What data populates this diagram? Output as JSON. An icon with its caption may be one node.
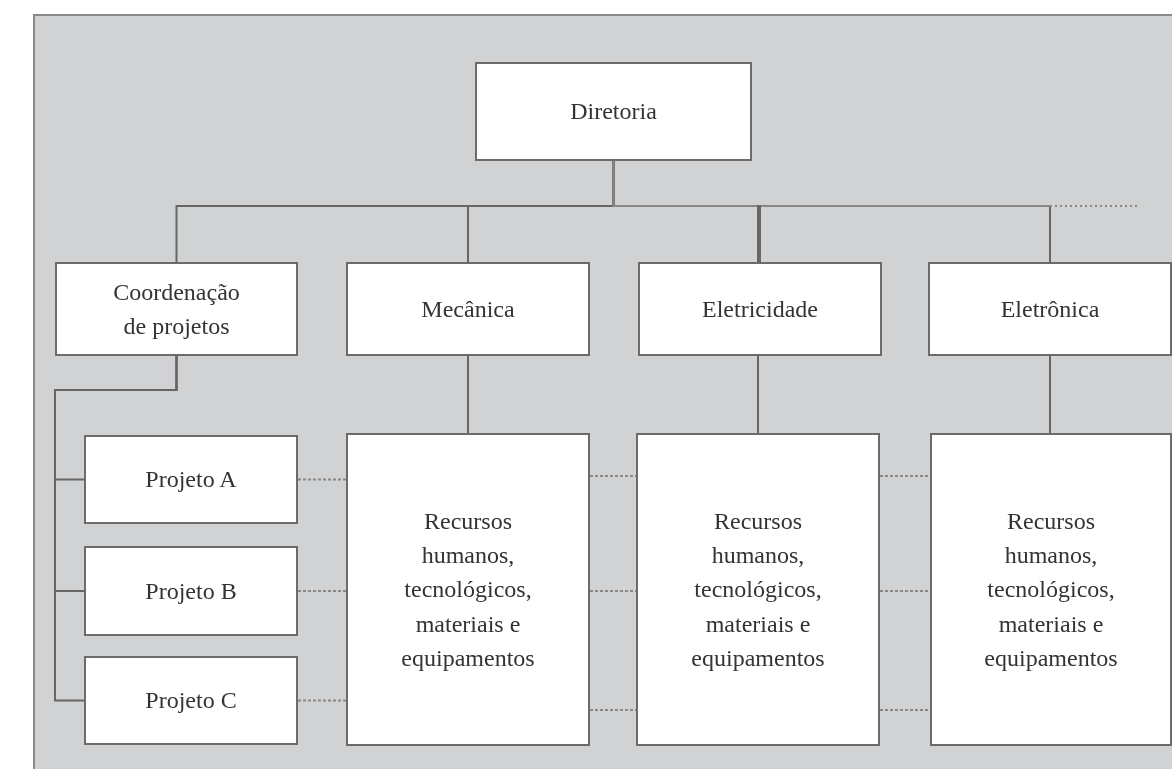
{
  "diagram": {
    "nodes": [
      {
        "text": [
          "Diretoria"
        ]
      },
      {
        "text": [
          "Coordenação de projetos"
        ]
      },
      {
        "text": [
          "Mecânica"
        ]
      },
      {
        "text": [
          "Eletricidade"
        ]
      },
      {
        "text": [
          "Eletrônica"
        ]
      },
      {
        "text": [
          "Projeto A"
        ]
      },
      {
        "text": [
          "Projeto B"
        ]
      },
      {
        "text": [
          "Projeto C"
        ]
      },
      {
        "text": [
          "Recursos humanos, tecnológicos, materiais e equipamentos"
        ]
      },
      {
        "text": [
          "Recursos humanos, tecnológicos, materiais e equipamentos"
        ]
      },
      {
        "text": [
          "Recursos humanos, tecnológicos, materiais e equipamentos"
        ]
      }
    ],
    "edges": [
      {
        "from": 0,
        "to": 1,
        "arrow": "none"
      },
      {
        "from": 0,
        "to": 2,
        "arrow": "none"
      },
      {
        "from": 0,
        "to": 3,
        "arrow": "none"
      },
      {
        "from": 0,
        "to": 4,
        "arrow": "none"
      },
      {
        "from": 0,
        "to": null,
        "arrow": "none",
        "style": "dashed"
      },
      {
        "from": 1,
        "to": 5,
        "arrow": "none"
      },
      {
        "from": 1,
        "to": 6,
        "arrow": "none"
      },
      {
        "from": 1,
        "to": 7,
        "arrow": "none"
      },
      {
        "from": 2,
        "to": 8,
        "arrow": "none"
      },
      {
        "from": 3,
        "to": 9,
        "arrow": "none"
      },
      {
        "from": 4,
        "to": 10,
        "arrow": "none"
      },
      {
        "from": 5,
        "to": 8,
        "arrow": "none",
        "style": "dashed"
      },
      {
        "from": 6,
        "to": 8,
        "arrow": "none",
        "style": "dashed"
      },
      {
        "from": 7,
        "to": 8,
        "arrow": "none",
        "style": "dashed"
      },
      {
        "from": 8,
        "to": 9,
        "arrow": "none",
        "style": "dashed"
      },
      {
        "from": 8,
        "to": 9,
        "arrow": "none",
        "style": "dashed"
      },
      {
        "from": 8,
        "to": 9,
        "arrow": "none",
        "style": "dashed"
      },
      {
        "from": 9,
        "to": 10,
        "arrow": "none",
        "style": "dashed"
      },
      {
        "from": 9,
        "to": 10,
        "arrow": "none",
        "style": "dashed"
      },
      {
        "from": 9,
        "to": 10,
        "arrow": "none",
        "style": "dashed"
      }
    ]
  }
}
